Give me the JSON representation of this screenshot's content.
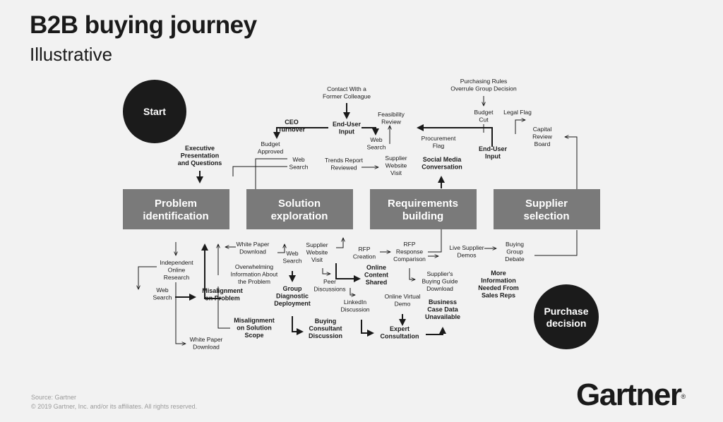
{
  "title": "B2B buying journey",
  "subtitle": "Illustrative",
  "start_label": "Start",
  "end_label": [
    "Purchase",
    "decision"
  ],
  "stages": [
    {
      "lines": [
        "Problem",
        "identification"
      ]
    },
    {
      "lines": [
        "Solution",
        "exploration"
      ]
    },
    {
      "lines": [
        "Requirements",
        "building"
      ]
    },
    {
      "lines": [
        "Supplier",
        "selection"
      ]
    }
  ],
  "labels": {
    "contact_colleague": [
      "Contact With a",
      "Former Colleague"
    ],
    "ceo_turnover": [
      "CEO",
      "Turnover"
    ],
    "end_user_input_1": [
      "End-User",
      "Input"
    ],
    "feasibility_review": [
      "Feasibility",
      "Review"
    ],
    "budget_approved": [
      "Budget",
      "Approved"
    ],
    "web_search_top": [
      "Web",
      "Search"
    ],
    "exec_presentation": [
      "Executive",
      "Presentation",
      "and Questions"
    ],
    "web_search_2": [
      "Web",
      "Search"
    ],
    "trends_report": [
      "Trends Report",
      "Reviewed"
    ],
    "supplier_website_top": [
      "Supplier",
      "Website",
      "Visit"
    ],
    "social_media": [
      "Social Media",
      "Conversation"
    ],
    "procurement_flag": [
      "Procurement",
      "Flag"
    ],
    "purchasing_rules": [
      "Purchasing Rules",
      "Overrule Group Decision"
    ],
    "budget_cut": [
      "Budget",
      "Cut"
    ],
    "legal_flag": [
      "Legal Flag"
    ],
    "end_user_input_2": [
      "End-User",
      "Input"
    ],
    "capital_review": [
      "Capital",
      "Review",
      "Board"
    ],
    "independent_research": [
      "Independent",
      "Online",
      "Research"
    ],
    "web_search_left": [
      "Web",
      "Search"
    ],
    "misalignment_problem": [
      "Misalignment",
      "on Problem"
    ],
    "white_paper_bottom": [
      "White Paper",
      "Download"
    ],
    "misalignment_scope": [
      "Misalignment",
      "on Solution",
      "Scope"
    ],
    "white_paper_mid": [
      "White Paper",
      "Download"
    ],
    "overwhelming_info": [
      "Overwhelming",
      "Information About",
      "the Problem"
    ],
    "web_search_mid": [
      "Web",
      "Search"
    ],
    "group_diagnostic": [
      "Group",
      "Diagnostic",
      "Deployment"
    ],
    "buying_consultant": [
      "Buying",
      "Consultant",
      "Discussion"
    ],
    "supplier_website_mid": [
      "Supplier",
      "Website",
      "Visit"
    ],
    "peer_discussions": [
      "Peer",
      "Discussions"
    ],
    "online_content": [
      "Online",
      "Content",
      "Shared"
    ],
    "linkedin": [
      "LinkedIn",
      "Discussion"
    ],
    "rfp_creation": [
      "RFP",
      "Creation"
    ],
    "rfp_response": [
      "RFP",
      "Response",
      "Comparison"
    ],
    "online_virtual_demo": [
      "Online Virtual",
      "Demo"
    ],
    "expert_consultation": [
      "Expert",
      "Consultation"
    ],
    "suppliers_guide": [
      "Supplier's",
      "Buying Guide",
      "Download"
    ],
    "business_case": [
      "Business",
      "Case Data",
      "Unavailable"
    ],
    "live_demos": [
      "Live Supplier",
      "Demos"
    ],
    "buying_group_debate": [
      "Buying",
      "Group",
      "Debate"
    ],
    "more_info": [
      "More",
      "Information",
      "Needed From",
      "Sales Reps"
    ]
  },
  "source": "Source: Gartner",
  "copyright": "© 2019 Gartner, Inc. and/or its affiliates. All rights reserved.",
  "logo": "Gartner",
  "logo_mark": "®"
}
